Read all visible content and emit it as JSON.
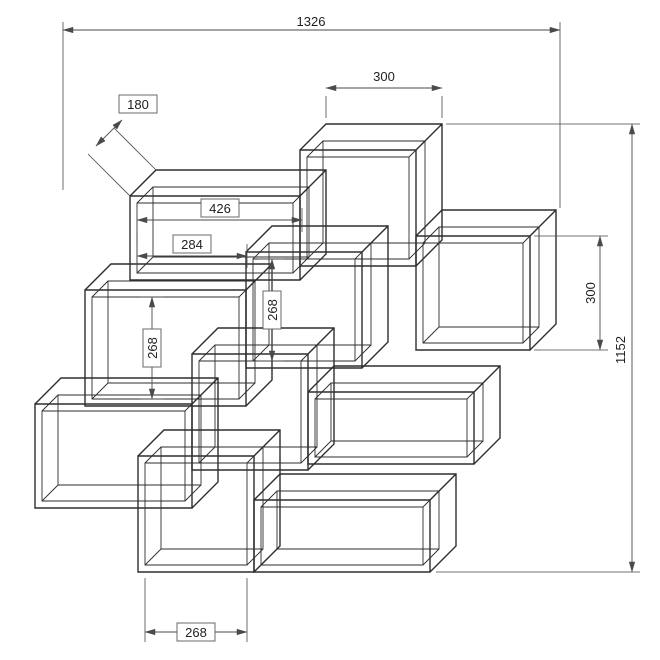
{
  "drawing": {
    "kind": "furniture-dimension-drawing",
    "subject": "staggered-cube-wall-shelf",
    "line_color": "#2e2e2e",
    "dim_color": "#4a4a4a",
    "background": "#ffffff"
  },
  "dimensions": {
    "overall_width": "1326",
    "overall_height": "1152",
    "top_box_width": "300",
    "depth": "180",
    "upper_shelf_inner_width": "426",
    "upper_shelf_inner_width_secondary": "284",
    "center_box_inner_height": "268",
    "left_shelf_inner_height": "268",
    "right_shelf_height": "300",
    "bottom_box_inner_width": "268"
  }
}
